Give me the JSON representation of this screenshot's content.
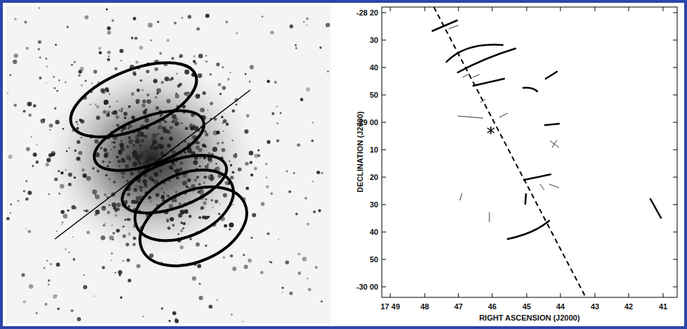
{
  "diagram": {
    "labels": [
      "-28 20",
      "30",
      "40",
      "50",
      "-29 00",
      "10",
      "20",
      "30",
      "40",
      "50",
      "-30 00",
      "DECLINATION (J2000)",
      "17 49",
      "48",
      "47",
      "46",
      "45",
      "44",
      "43",
      "42",
      "41",
      "RIGHT ASCENSION (J2000)"
    ]
  }
}
